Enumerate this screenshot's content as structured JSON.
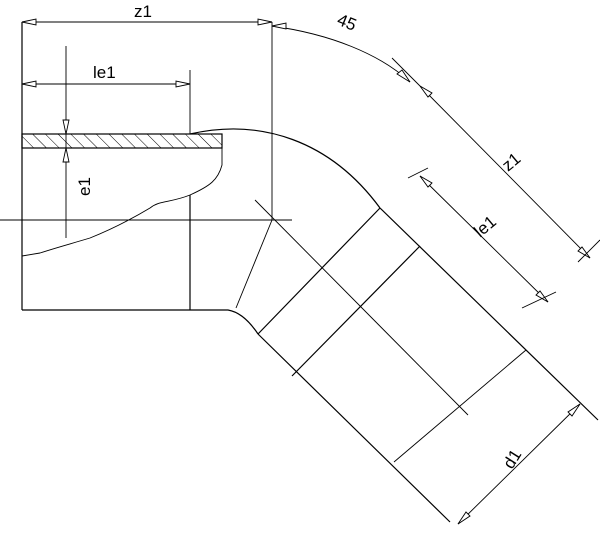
{
  "drawing": {
    "labels": {
      "z1_top": "z1",
      "le1_top": "le1",
      "e1": "e1",
      "angle": "45",
      "z1_right": "z1",
      "le1_right": "le1",
      "d1": "d1"
    }
  }
}
